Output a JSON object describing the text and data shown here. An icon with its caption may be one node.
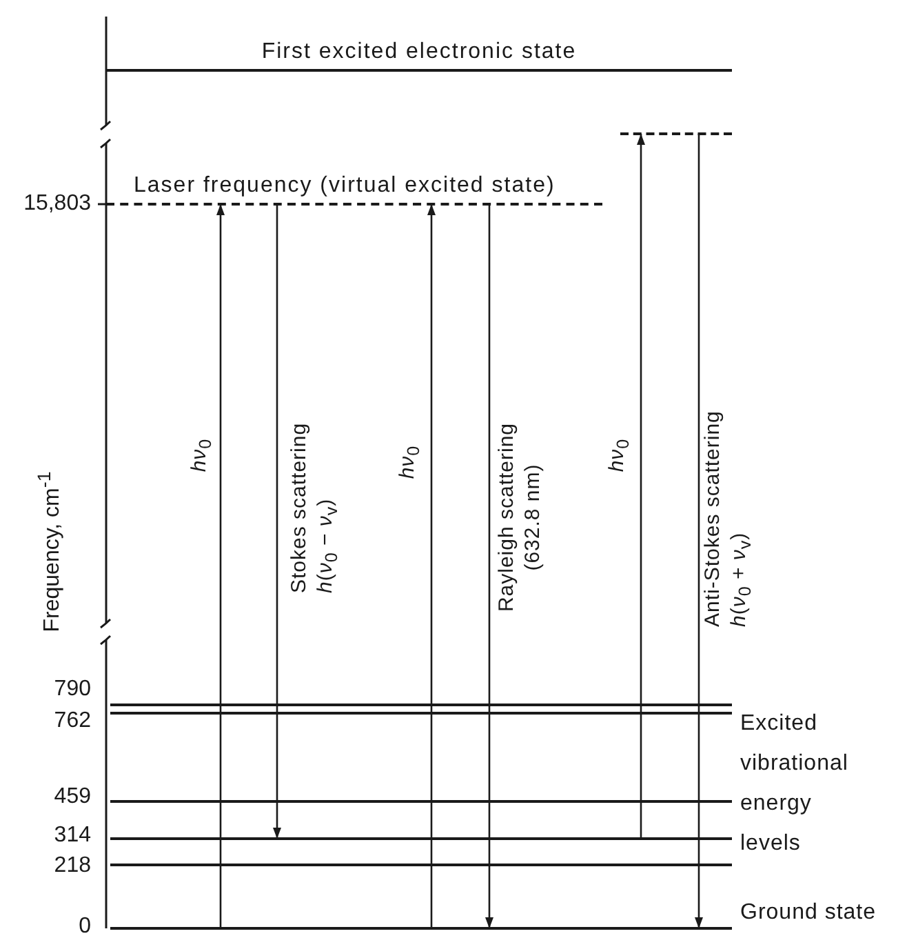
{
  "diagram": {
    "nodes": [
      {
        "text": [
          "First excited electronic state"
        ]
      },
      {
        "text": [
          "Laser frequency (virtual excited state)"
        ]
      },
      {
        "text": [],
        "shape": "bar"
      },
      {
        "text": [],
        "shape": "bar"
      },
      {
        "text": [],
        "shape": "bar"
      },
      {
        "text": [],
        "shape": "bar"
      },
      {
        "text": [],
        "shape": "bar"
      },
      {
        "text": [],
        "shape": "bar"
      },
      {
        "text": [],
        "shape": "bar",
        "beside": [
          "Ground state"
        ]
      }
    ],
    "edges": [
      {
        "from": 8,
        "to": 1,
        "arrow": "to",
        "label": "*hν*$_{0}$"
      },
      {
        "from": 1,
        "to": 6,
        "arrow": "to",
        "label": "Stokes scattering *h*(*ν*$_{0}$ − *ν*$_{v}$)"
      },
      {
        "from": 8,
        "to": 1,
        "arrow": "to",
        "label": "*hν*$_{0}$"
      },
      {
        "from": 1,
        "to": 8,
        "arrow": "to",
        "label": "Rayleigh scattering (632.8 nm)"
      },
      {
        "from": 6,
        "to": 2,
        "arrow": "to",
        "label": "*hν*$_{0}$"
      },
      {
        "from": 2,
        "to": 8,
        "arrow": "to",
        "label": "Anti-Stokes scattering *h*(*ν*$_{0}$ + *ν*$_{v}$)"
      }
    ],
    "labels": [
      "Frequency, cm$^{-1}$",
      "15,803",
      "790",
      "762",
      "459",
      "314",
      "218",
      "0",
      "Excited vibrational energy levels"
    ]
  }
}
